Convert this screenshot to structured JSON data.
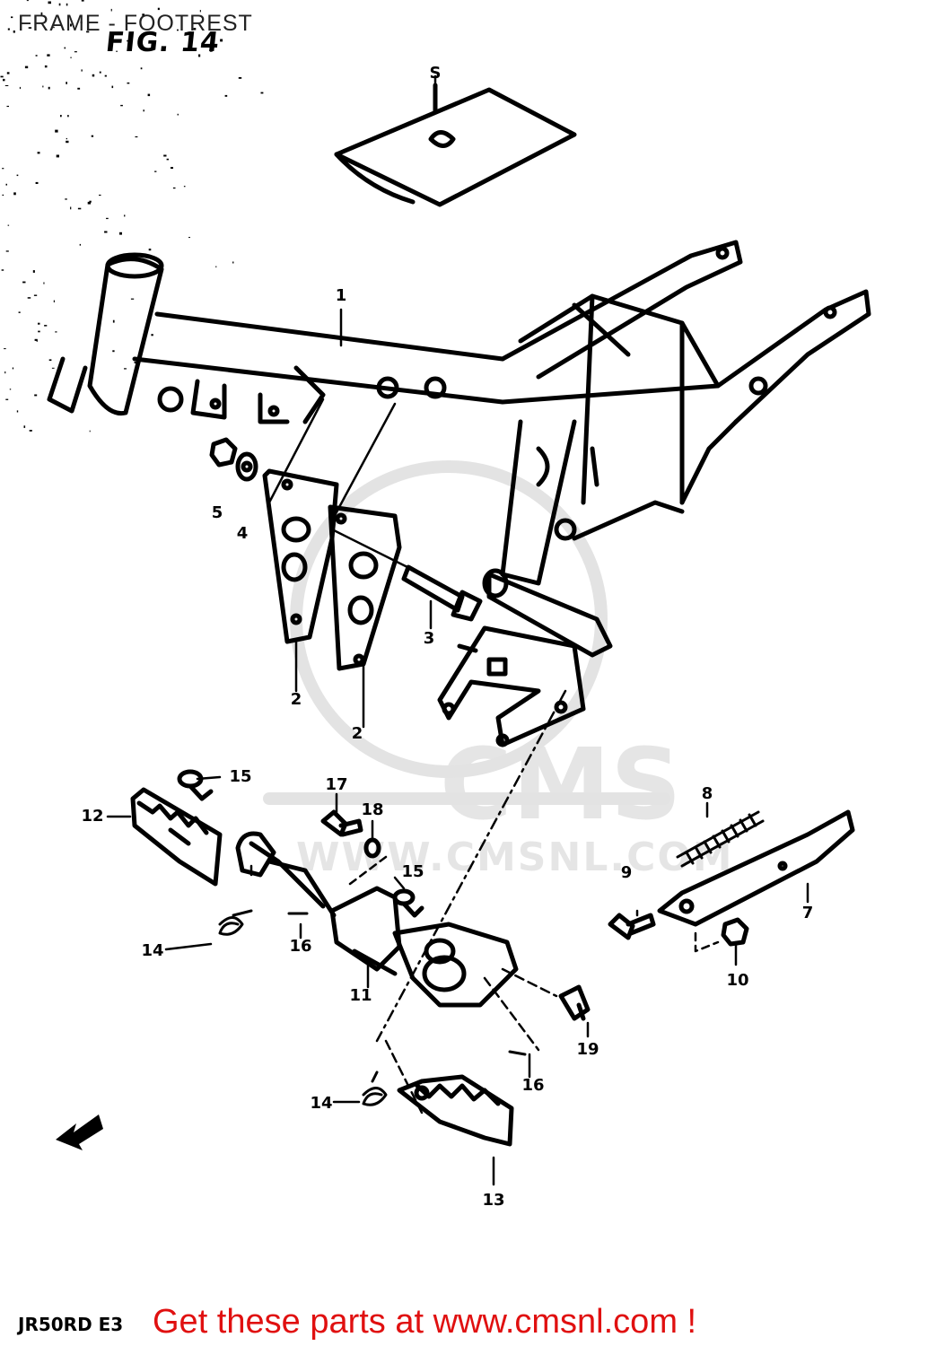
{
  "header": {
    "title": "FRAME - FOOTREST",
    "figure": "FIG. 14"
  },
  "watermark": {
    "logo_text": "CMS",
    "url_text": "WWW.CMSNL.COM"
  },
  "callouts": {
    "s": "S",
    "p1": "1",
    "p2a": "2",
    "p2b": "2",
    "p3": "3",
    "p4": "4",
    "p5": "5",
    "p7": "7",
    "p8": "8",
    "p9": "9",
    "p10": "10",
    "p11": "11",
    "p12": "12",
    "p13": "13",
    "p14a": "14",
    "p14b": "14",
    "p15a": "15",
    "p15b": "15",
    "p16a": "16",
    "p16b": "16",
    "p17": "17",
    "p18": "18",
    "p19": "19"
  },
  "footer": {
    "model_code": "JR50RD E3",
    "cta": "Get these parts at www.cmsnl.com !"
  },
  "colors": {
    "ink": "#000000",
    "cta": "#e01010",
    "watermark": "#d9d9d9"
  }
}
